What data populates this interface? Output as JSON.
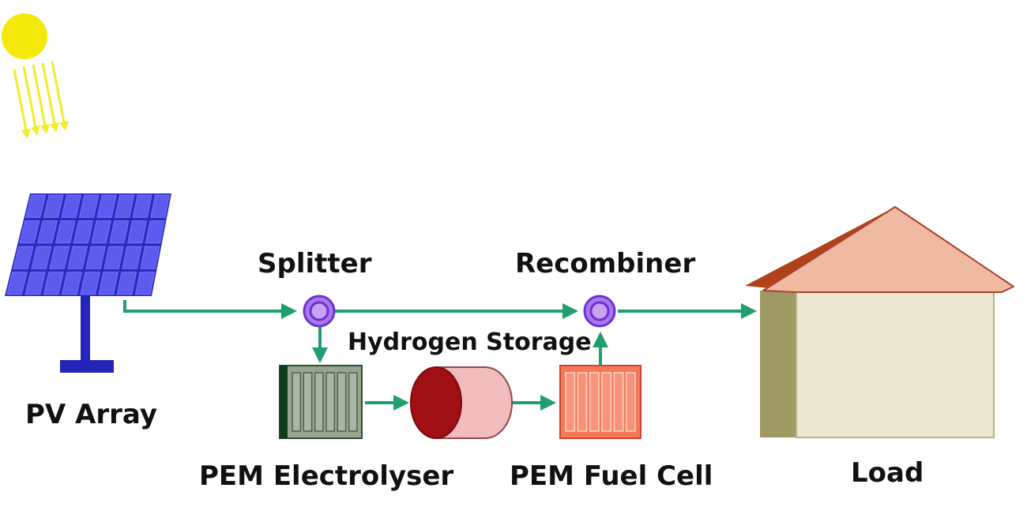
{
  "labels": {
    "pv_array": "PV Array",
    "splitter": "Splitter",
    "recombiner": "Recombiner",
    "hydrogen_storage": "Hydrogen Storage",
    "electrolyser": "PEM Electrolyser",
    "fuel_cell": "PEM Fuel Cell",
    "load": "Load"
  },
  "colors": {
    "flow_line": "#1f9e6e",
    "sun": "#f5e90a",
    "sun_rays": "#f2ec2a",
    "panel_fill": "#4f4fe6",
    "panel_frame": "#2b2bc2",
    "stand": "#2424b8",
    "node_outer": "#a77ae8",
    "node_inner": "#6f2fd6",
    "electrolyser_fill": "#97a58f",
    "electrolyser_edge": "#0f3b1d",
    "storage_body": "#f2bcbc",
    "storage_end": "#a00f14",
    "fuel_cell_fill": "#f5795a",
    "house_roof_front": "#f0b9a2",
    "house_roof_side": "#b0421a",
    "house_wall": "#ebe8cf",
    "house_side": "#9f9a63"
  }
}
